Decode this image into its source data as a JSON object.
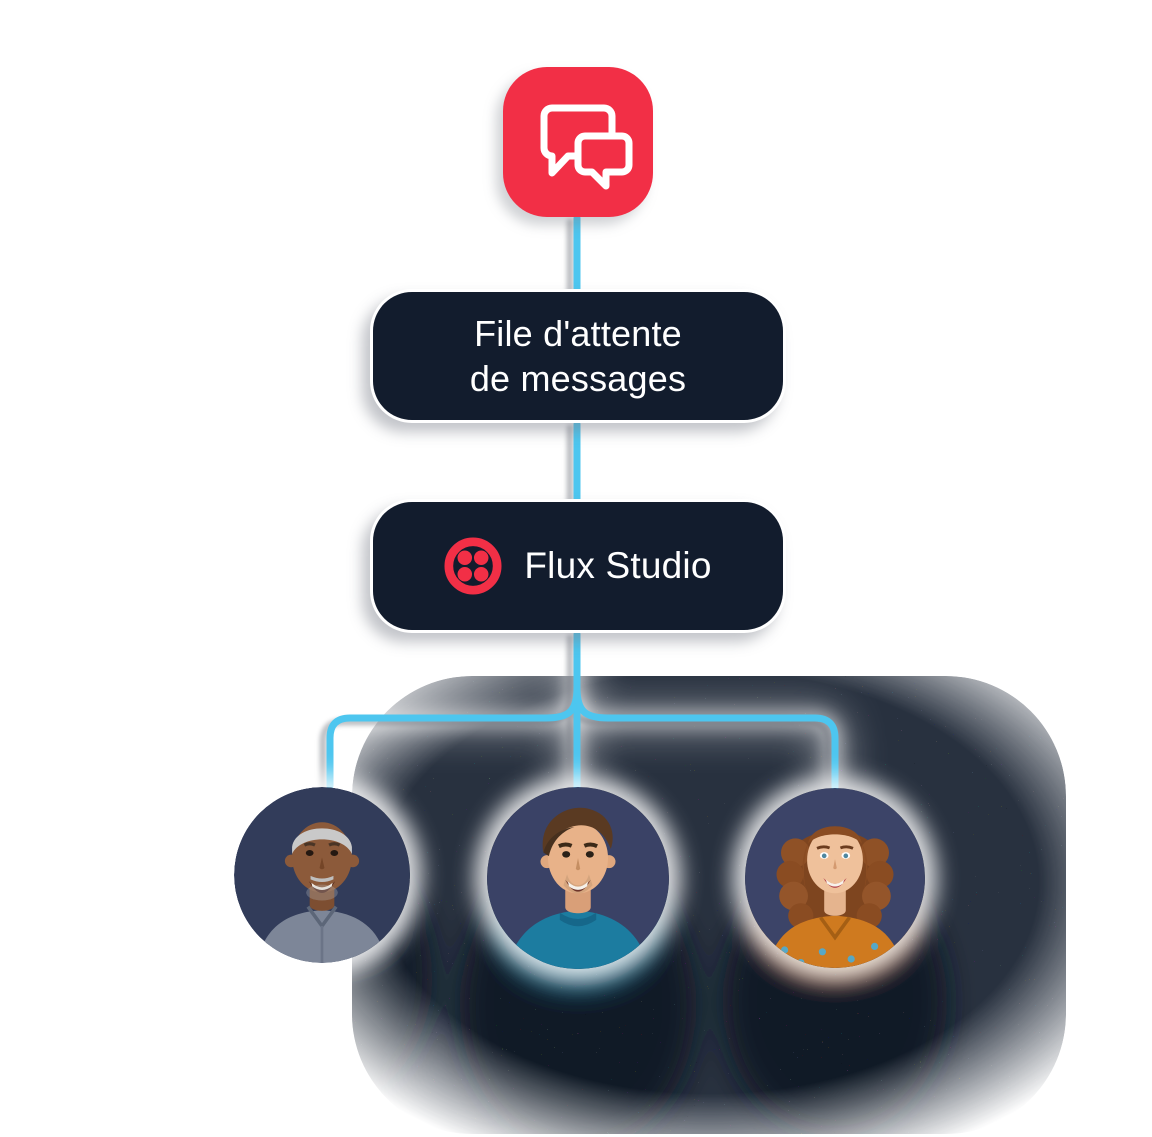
{
  "diagram": {
    "top_icon": {
      "name": "chat-messages-icon",
      "background_color": "#F22F46",
      "glyph_color": "#FFFFFF"
    },
    "queue_node": {
      "line1": "File d'attente",
      "line2": "de messages"
    },
    "studio_node": {
      "label": "Flux Studio",
      "logo": "twilio-logo"
    },
    "agents": [
      {
        "name": "agent-avatar-1",
        "description": "older man with gray hair, blue-gray shirt"
      },
      {
        "name": "agent-avatar-2",
        "description": "young man with brown hair, teal t-shirt"
      },
      {
        "name": "agent-avatar-3",
        "description": "woman with curly auburn hair, orange patterned blouse"
      }
    ],
    "colors": {
      "background": "#FFFFFF",
      "brand_red": "#F22F46",
      "node_navy": "#121C2D",
      "connector_blue": "#4DC6EF",
      "avatar_backdrop_navy": "#333E5C",
      "noise_blob_dark": "#16202F"
    }
  }
}
